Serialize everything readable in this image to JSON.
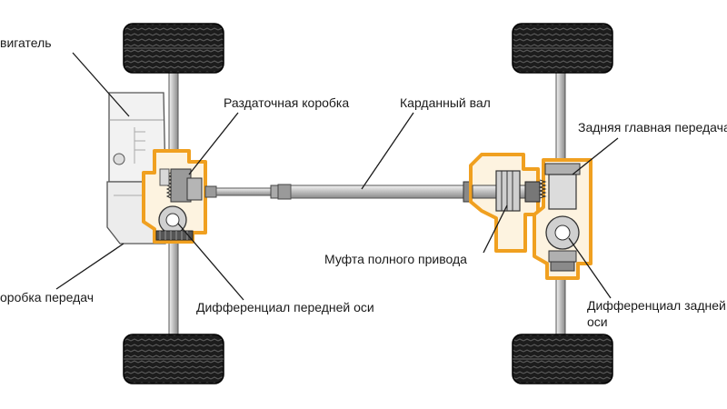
{
  "labels": {
    "engine": "вигатель",
    "transfer_case": "Раздаточная коробка",
    "driveshaft": "Карданный вал",
    "rear_final_drive": "Задняя главная передача",
    "awd_coupling": "Муфта полного привода",
    "gearbox": "оробка передач",
    "front_diff": "Дифференциал передней оси",
    "rear_diff_line1": "Дифференциал задней",
    "rear_diff_line2": "оси"
  },
  "colors": {
    "highlight": "#f0a020",
    "line": "#333333",
    "metal": "#c8c8c8",
    "tire": "#1e1e1e"
  }
}
